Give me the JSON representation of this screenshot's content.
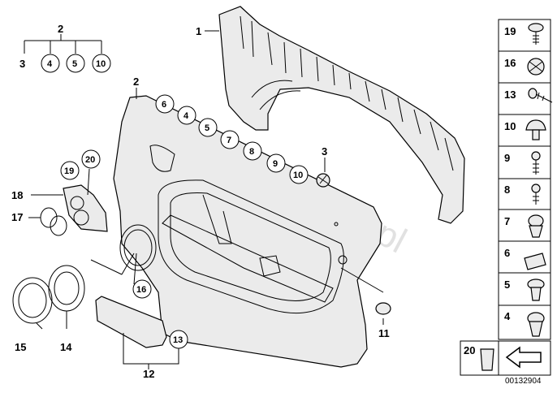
{
  "watermark": "www.BMWstore.pl",
  "reference_number": "00132904",
  "callouts": {
    "c1": "1",
    "c2a": "2",
    "c2b": "2",
    "c3a": "3",
    "c3b": "3",
    "c4a": "4",
    "c4b": "4",
    "c5a": "5",
    "c5b": "5",
    "c6": "6",
    "c7": "7",
    "c8": "8",
    "c9": "9",
    "c10a": "10",
    "c10b": "10",
    "c11": "11",
    "c12": "12",
    "c13": "13",
    "c14": "14",
    "c15": "15",
    "c16": "16",
    "c17": "17",
    "c18": "18",
    "c19": "19",
    "c20": "20"
  },
  "side_panel": [
    "19",
    "16",
    "13",
    "10",
    "9",
    "8",
    "7",
    "6",
    "5",
    "4"
  ],
  "bottom_panel": {
    "left": "20"
  }
}
